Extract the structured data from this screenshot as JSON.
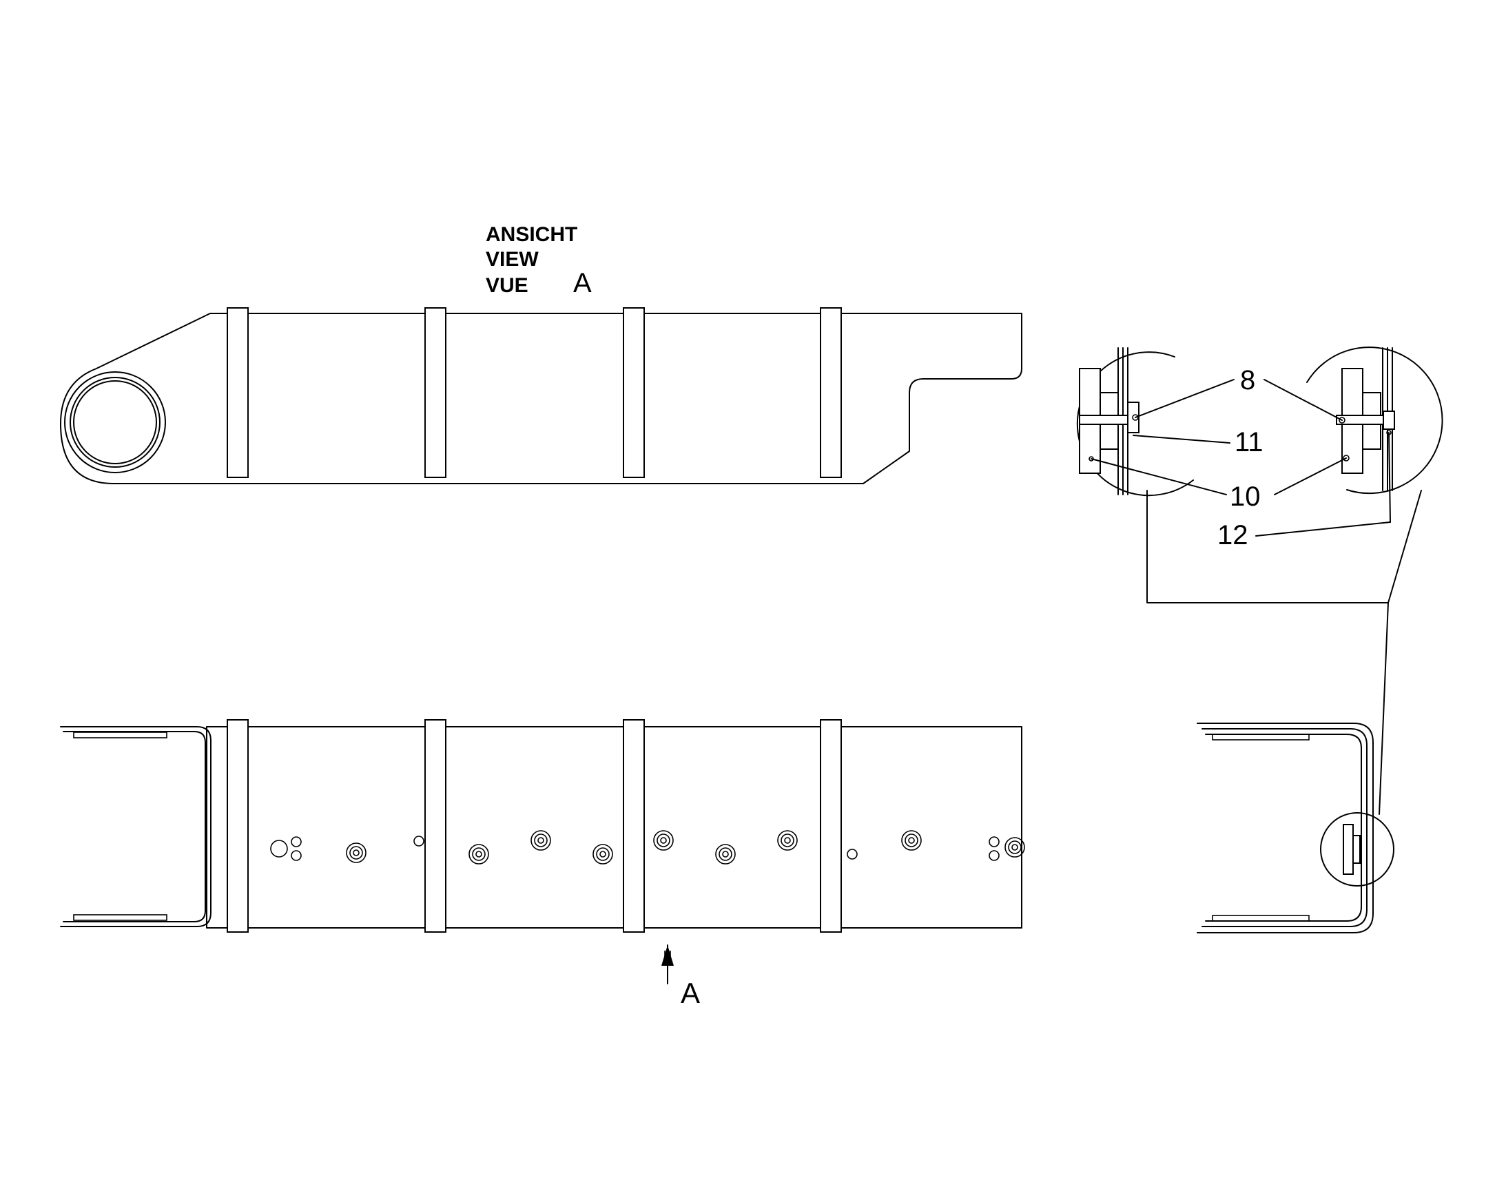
{
  "view_label": {
    "lines": [
      "ANSICHT",
      "VIEW",
      "VUE"
    ],
    "letter": "A"
  },
  "section_marker": "A",
  "callouts": {
    "c8": "8",
    "c11": "11",
    "c10": "10",
    "c12": "12"
  }
}
